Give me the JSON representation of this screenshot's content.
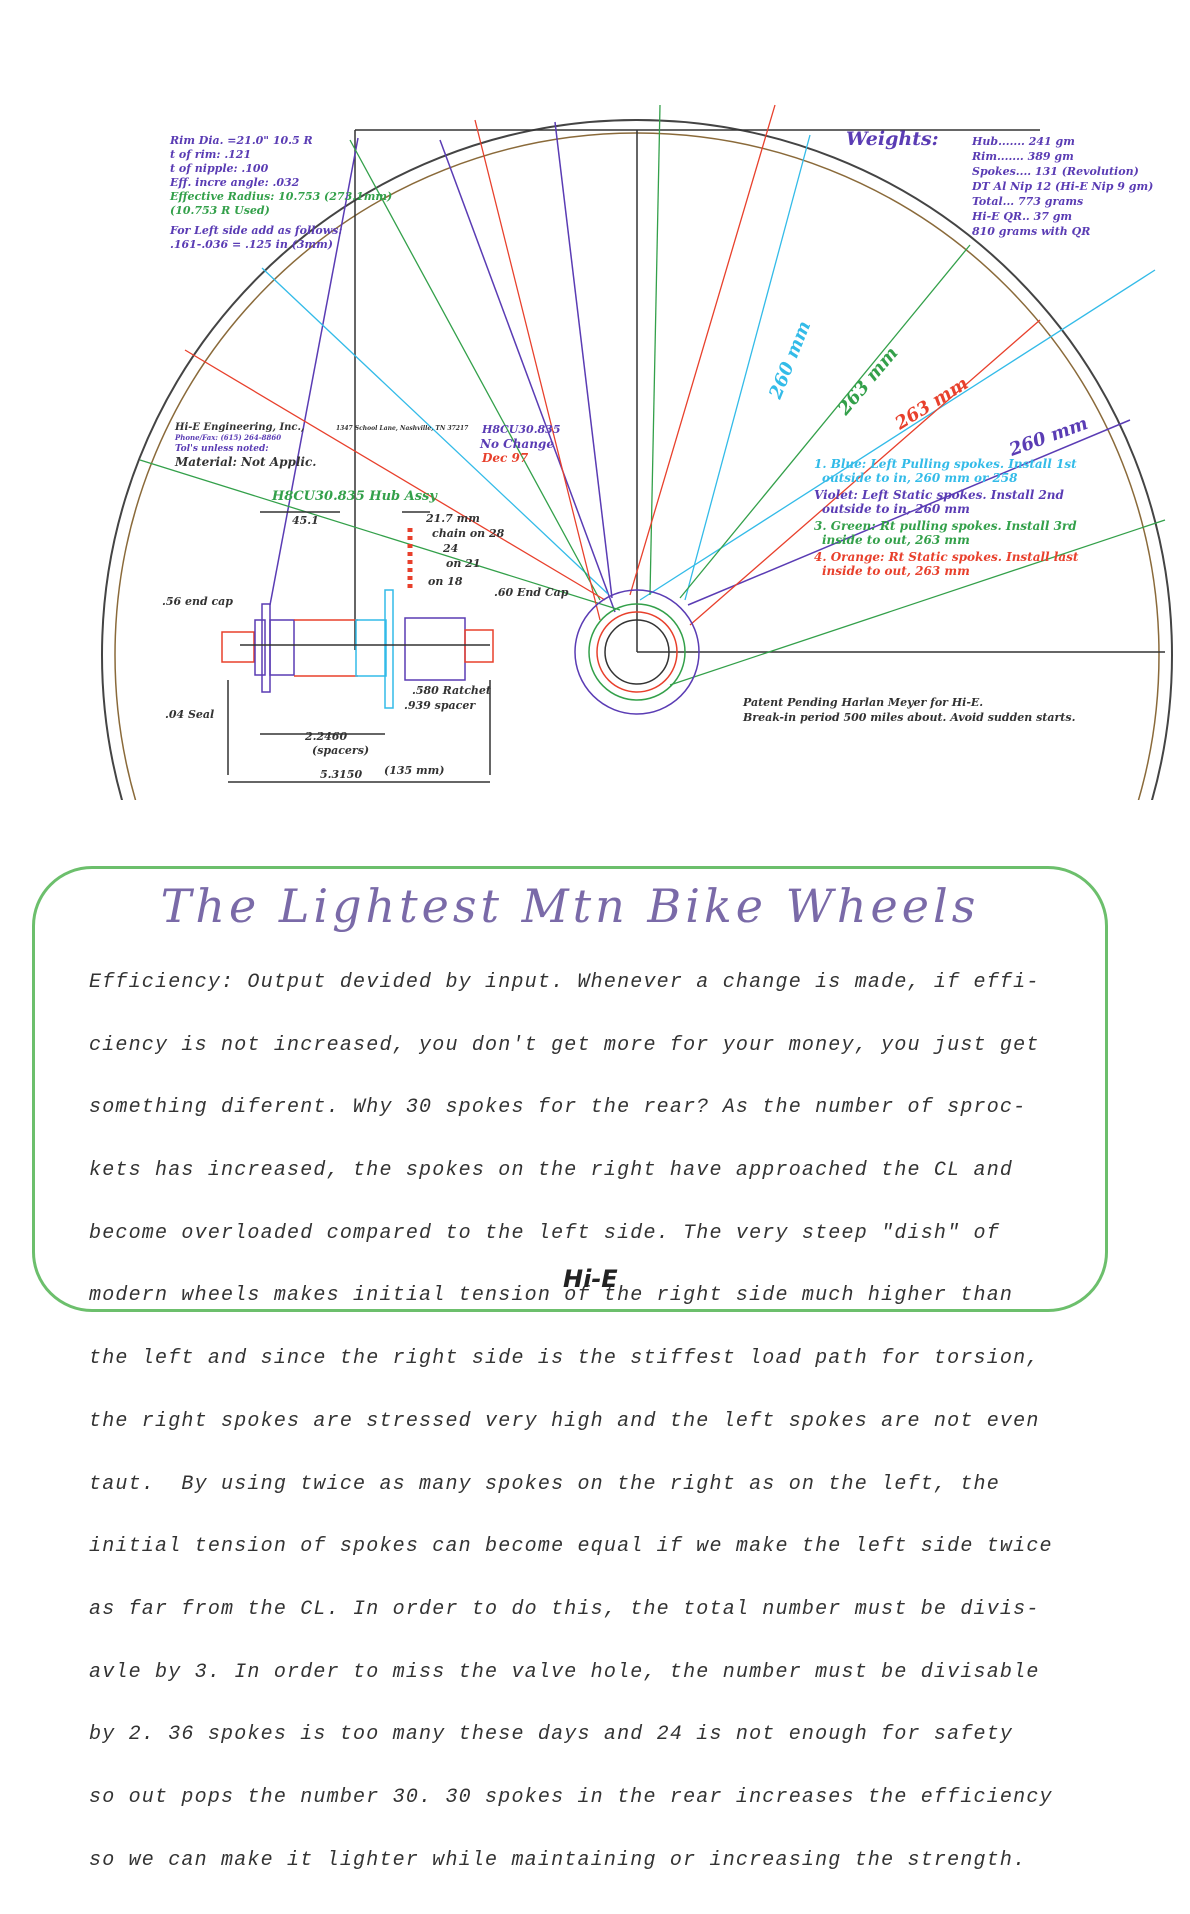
{
  "specs": {
    "lines": [
      "Rim Dia. =21.0\"  10.5 R",
      "t of rim:            .121",
      "t of nipple:          .100",
      "Eff. incre angle:  .032"
    ],
    "effective_radius": "Effective Radius: 10.753 (273.1mm)",
    "radius_used": "(10.753 R Used)",
    "left_side_note": "For Left side add as follows:",
    "left_side_calc": ".161-.036 = .125 in (3mm)"
  },
  "weights": {
    "title": "Weights:",
    "items": [
      "Hub.......  241 gm",
      "Rim.......  389 gm",
      "Spokes....  131 (Revolution)",
      "DT Al Nip   12 (Hi-E Nip 9 gm)",
      "Total...    773 grams",
      "Hi-E QR..  37 gm",
      "            810 grams with QR"
    ]
  },
  "title_block": {
    "company": "Hi-E Engineering, Inc.,",
    "address": "1347 School Lane, Nashville, TN 37217",
    "phone": "Phone/Fax: (615) 264-8860",
    "tolerance": "Tol's unless noted:",
    "material": "Material: Not Applic.",
    "part_no": "H8CU30.835",
    "change": "No Change",
    "date": "Dec 97",
    "assembly": "H8CU30.835 Hub Assy"
  },
  "spoke_lengths": [
    "260 mm",
    "263 mm",
    "263 mm",
    "260 mm"
  ],
  "legend": [
    {
      "line1": "1. Blue: Left Pulling spokes. Install 1st",
      "line2": "outside to in, 260 mm or 258",
      "color": "#33bbe8"
    },
    {
      "line1": "Violet: Left Static spokes. Install 2nd",
      "line2": "outside to in, 260 mm",
      "color": "#5a3cb4"
    },
    {
      "line1": "3. Green: Rt pulling spokes. Install 3rd",
      "line2": "inside to out, 263 mm",
      "color": "#33a04a"
    },
    {
      "line1": "4. Orange: Rt Static spokes. Install last",
      "line2": "inside to out, 263 mm",
      "color": "#e8402c"
    }
  ],
  "hub_dims": {
    "d1": "45.1",
    "d2": "21.7 mm",
    "chain": "chain on 28",
    "c24": "24",
    "c21": "on 21",
    "c18": "on 18",
    "end_cap_right": ".60 End Cap",
    "end_cap_left": ".56 end cap",
    "seal": ".04 Seal",
    "ratchet": ".580 Ratchet",
    "spacer": ".939 spacer",
    "spacers": "2.2460",
    "spacers_label": "(spacers)",
    "overall": "5.3150",
    "overall_mm": "(135 mm)"
  },
  "notes": {
    "patent": "Patent Pending Harlan Meyer for Hi-E.",
    "break_in": "Break-in period 500 miles about. Avoid sudden starts."
  },
  "card": {
    "title": "The Lightest Mtn Bike Wheels",
    "body": [
      "Efficiency: Output devided by input. Whenever a change is made, if effi-",
      "ciency is not increased, you don't get more for your money, you just get",
      "something diferent. Why 30 spokes for the rear? As the number of sproc-",
      "kets has increased, the spokes on the right have approached the CL and",
      "become overloaded compared to the left side. The very steep \"dish\" of",
      "modern wheels makes initial tension of the right side much higher than",
      "the left and since the right side is the stiffest load path for torsion,",
      "the right spokes are stressed very high and the left spokes are not even",
      "taut.  By using twice as many spokes on the right as on the left, the",
      "initial tension of spokes can become equal if we make the left side twice",
      "as far from the CL. In order to do this, the total number must be divis-",
      "avle by 3. In order to miss the valve hole, the number must be divisable",
      "by 2. 36 spokes is too many these days and 24 is not enough for safety",
      "so out pops the number 30. 30 spokes in the rear increases the efficiency",
      "so we can make it lighter while maintaining or increasing the strength."
    ],
    "logo": "Hi-E"
  },
  "colors": {
    "blue": "#33bbe8",
    "violet": "#5a3cb4",
    "green": "#33a04a",
    "orange": "#e8402c",
    "card_border": "#6cbf6c"
  }
}
